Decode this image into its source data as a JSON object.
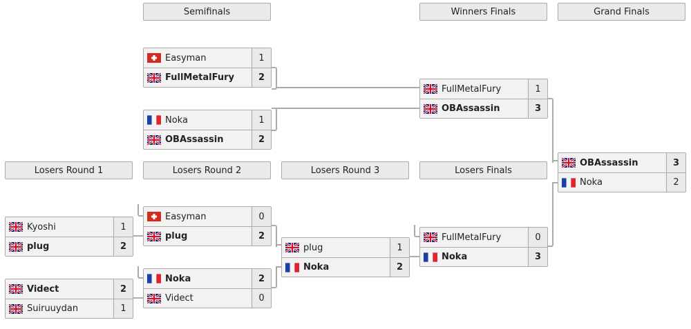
{
  "headers": {
    "semifinals": "Semifinals",
    "winners_finals": "Winners Finals",
    "grand_finals": "Grand Finals",
    "losers_round_1": "Losers Round 1",
    "losers_round_2": "Losers Round 2",
    "losers_round_3": "Losers Round 3",
    "losers_finals": "Losers Finals"
  },
  "matches": {
    "sf1": [
      {
        "flag": "ch",
        "name": "Easyman",
        "score": "1",
        "win": false
      },
      {
        "flag": "gb",
        "name": "FullMetalFury",
        "score": "2",
        "win": true
      }
    ],
    "sf2": [
      {
        "flag": "fr",
        "name": "Noka",
        "score": "1",
        "win": false
      },
      {
        "flag": "gb",
        "name": "OBAssassin",
        "score": "2",
        "win": true
      }
    ],
    "wf": [
      {
        "flag": "gb",
        "name": "FullMetalFury",
        "score": "1",
        "win": false
      },
      {
        "flag": "gb",
        "name": "OBAssassin",
        "score": "3",
        "win": true
      }
    ],
    "gf": [
      {
        "flag": "gb",
        "name": "OBAssassin",
        "score": "3",
        "win": true
      },
      {
        "flag": "fr",
        "name": "Noka",
        "score": "2",
        "win": false
      }
    ],
    "lr1a": [
      {
        "flag": "gb",
        "name": "Kyoshi",
        "score": "1",
        "win": false
      },
      {
        "flag": "gb",
        "name": "plug",
        "score": "2",
        "win": true
      }
    ],
    "lr1b": [
      {
        "flag": "gb",
        "name": "Videct",
        "score": "2",
        "win": true
      },
      {
        "flag": "gb",
        "name": "Suiruuydan",
        "score": "1",
        "win": false
      }
    ],
    "lr2a": [
      {
        "flag": "ch",
        "name": "Easyman",
        "score": "0",
        "win": false
      },
      {
        "flag": "gb",
        "name": "plug",
        "score": "2",
        "win": true
      }
    ],
    "lr2b": [
      {
        "flag": "fr",
        "name": "Noka",
        "score": "2",
        "win": true
      },
      {
        "flag": "gb",
        "name": "Videct",
        "score": "0",
        "win": false
      }
    ],
    "lr3": [
      {
        "flag": "gb",
        "name": "plug",
        "score": "1",
        "win": false
      },
      {
        "flag": "fr",
        "name": "Noka",
        "score": "2",
        "win": true
      }
    ],
    "lf": [
      {
        "flag": "gb",
        "name": "FullMetalFury",
        "score": "0",
        "win": false
      },
      {
        "flag": "fr",
        "name": "Noka",
        "score": "3",
        "win": true
      }
    ]
  },
  "colors": {
    "border": "#aaaaaa",
    "header_bg": "#eaeaea",
    "row_bg": "#f2f2f2"
  }
}
